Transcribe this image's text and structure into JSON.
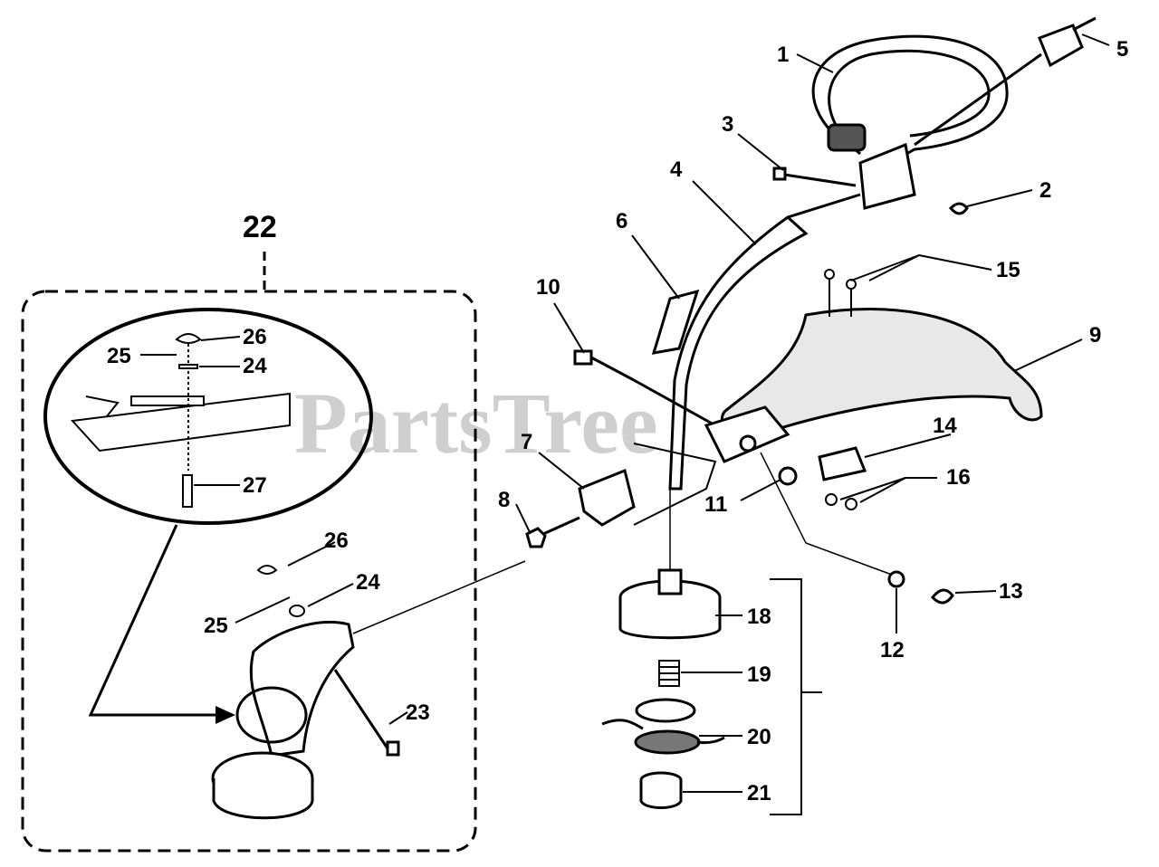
{
  "watermark": "PartsTree",
  "group_label": "22",
  "labels": {
    "p1": "1",
    "p2": "2",
    "p3": "3",
    "p4": "4",
    "p5": "5",
    "p6": "6",
    "p7": "7",
    "p8": "8",
    "p9": "9",
    "p10": "10",
    "p11": "11",
    "p12": "12",
    "p13": "13",
    "p14": "14",
    "p15": "15",
    "p16": "16",
    "p18": "18",
    "p19": "19",
    "p20": "20",
    "p21": "21",
    "p23": "23",
    "p24a": "24",
    "p24b": "24",
    "p25a": "25",
    "p25b": "25",
    "p26a": "26",
    "p26b": "26",
    "p27": "27"
  }
}
